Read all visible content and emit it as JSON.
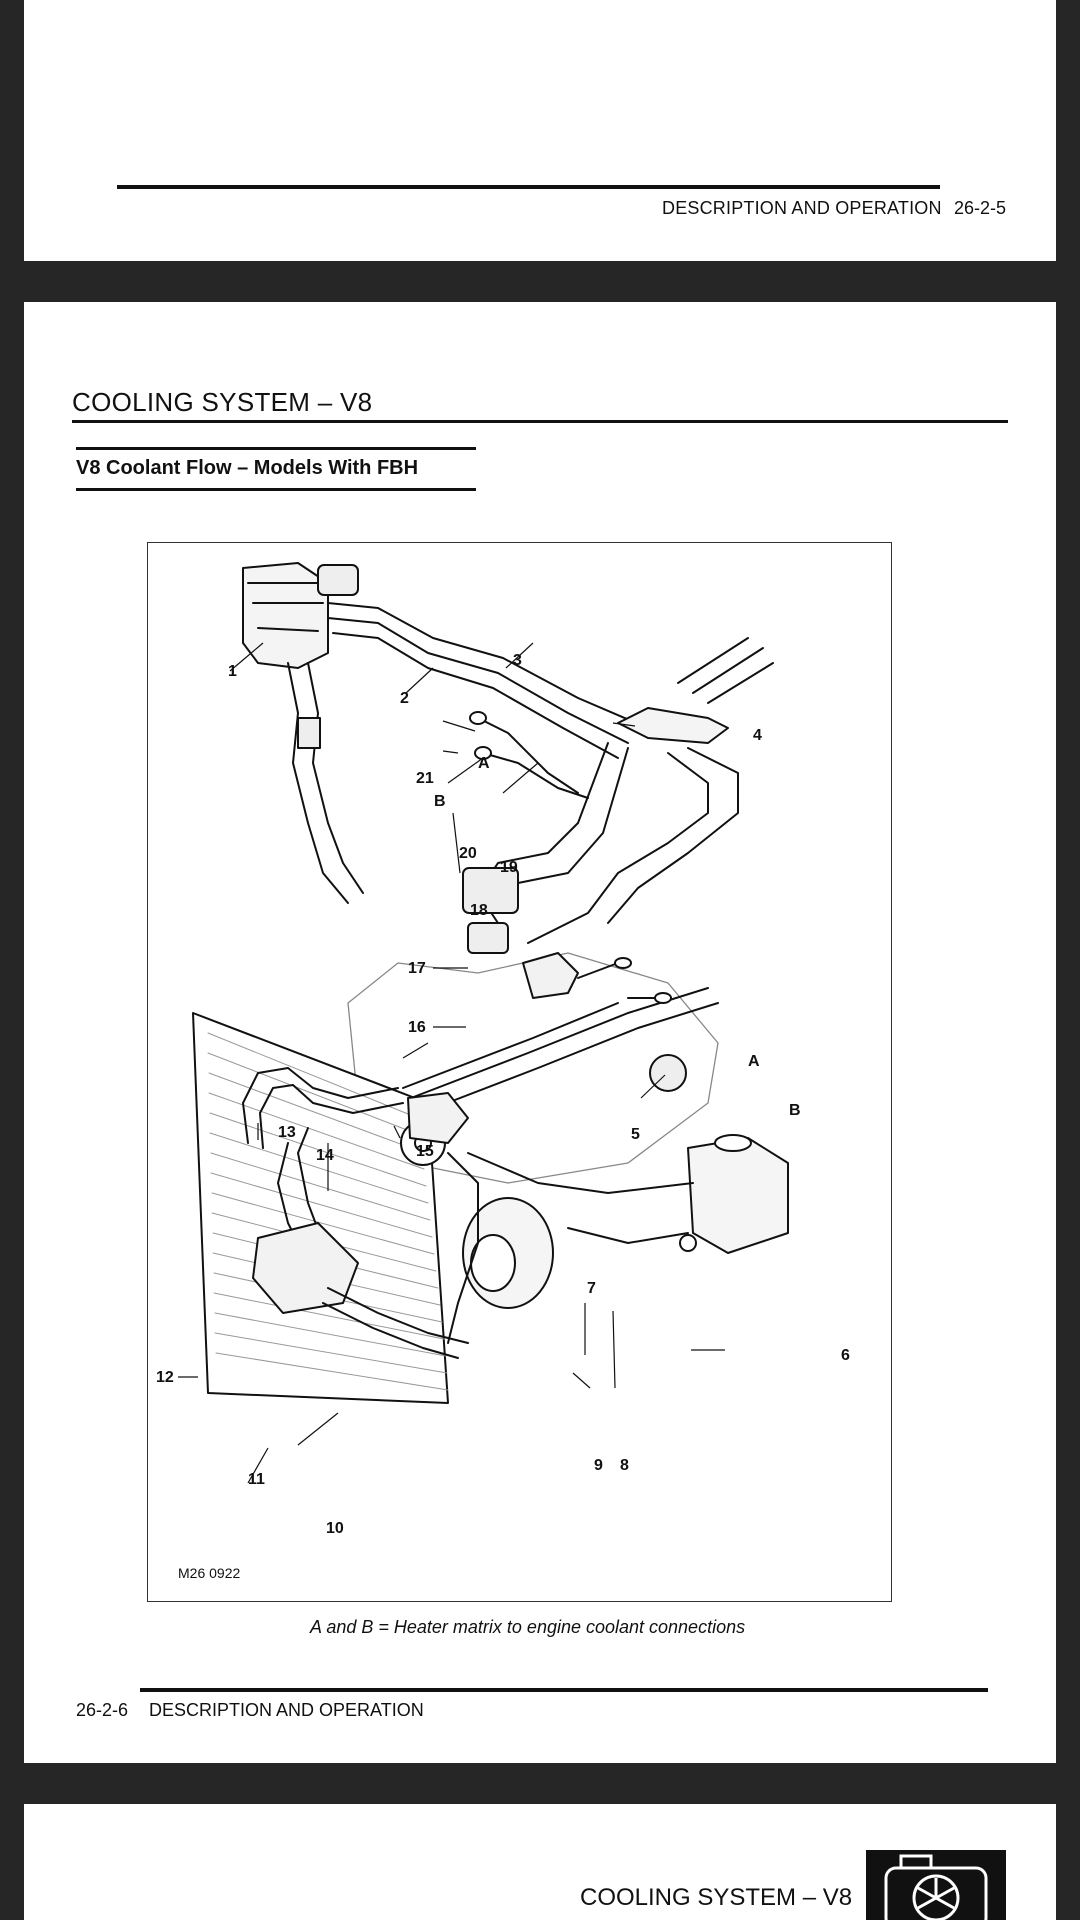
{
  "top_page": {
    "footer_section": "DESCRIPTION AND OPERATION",
    "footer_page": "26-2-5"
  },
  "middle_page": {
    "section_title": "COOLING SYSTEM – V8",
    "subheading": "V8 Coolant Flow – Models With FBH",
    "figure": {
      "code": "M26 0922",
      "callouts": [
        "1",
        "2",
        "3",
        "4",
        "5",
        "6",
        "7",
        "8",
        "9",
        "10",
        "11",
        "12",
        "13",
        "14",
        "15",
        "16",
        "17",
        "18",
        "19",
        "20",
        "21",
        "A",
        "B",
        "A",
        "B"
      ]
    },
    "caption": "A and B = Heater matrix to engine coolant connections",
    "footer_page": "26-2-6",
    "footer_section": "DESCRIPTION AND OPERATION"
  },
  "bottom_page": {
    "header_title": "COOLING SYSTEM – V8",
    "logo_icon": "radiator-fan-icon"
  }
}
